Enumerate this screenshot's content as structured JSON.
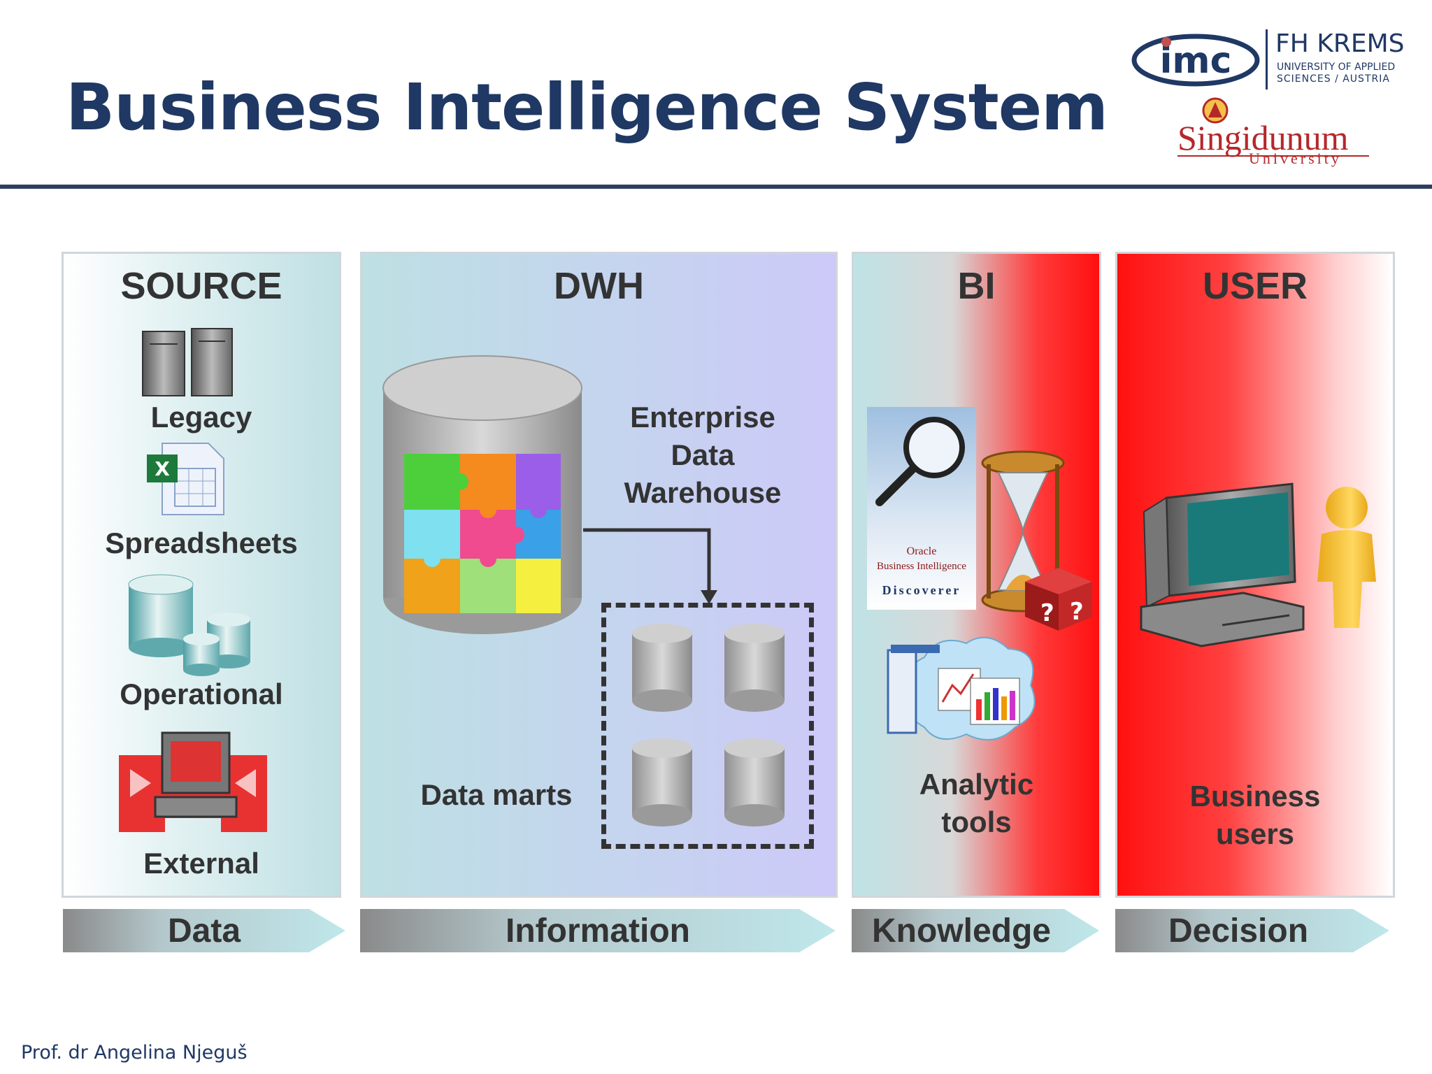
{
  "slide": {
    "title": "Business Intelligence System",
    "footer": "Prof. dr Angelina Njeguš"
  },
  "logos": {
    "imc": "imc",
    "fh_name": "FH KREMS",
    "fh_sub1": "UNIVERSITY OF APPLIED",
    "fh_sub2": "SCIENCES / AUSTRIA",
    "singidunum": "Singidunum",
    "university": "University"
  },
  "columns": {
    "source": {
      "header": "SOURCE",
      "items": [
        "Legacy",
        "Spreadsheets",
        "Operational",
        "External"
      ]
    },
    "dwh": {
      "header": "DWH",
      "edw_label": [
        "Enterprise",
        "Data",
        "Warehouse"
      ],
      "marts_label": "Data marts"
    },
    "bi": {
      "header": "BI",
      "discoverer": [
        "Oracle",
        "Business Intelligence",
        "Discoverer"
      ],
      "label": [
        "Analytic",
        "tools"
      ]
    },
    "user": {
      "header": "USER",
      "label": [
        "Business",
        "users"
      ]
    }
  },
  "flow": [
    "Data",
    "Information",
    "Knowledge",
    "Decision"
  ],
  "colors": {
    "title": "#1f3864",
    "panel_teal": "#c4e3e6",
    "panel_lavender": "#c9c9f5",
    "bi_red": "#ff1a1a",
    "user_red": "#ff1414",
    "text": "#333333"
  }
}
